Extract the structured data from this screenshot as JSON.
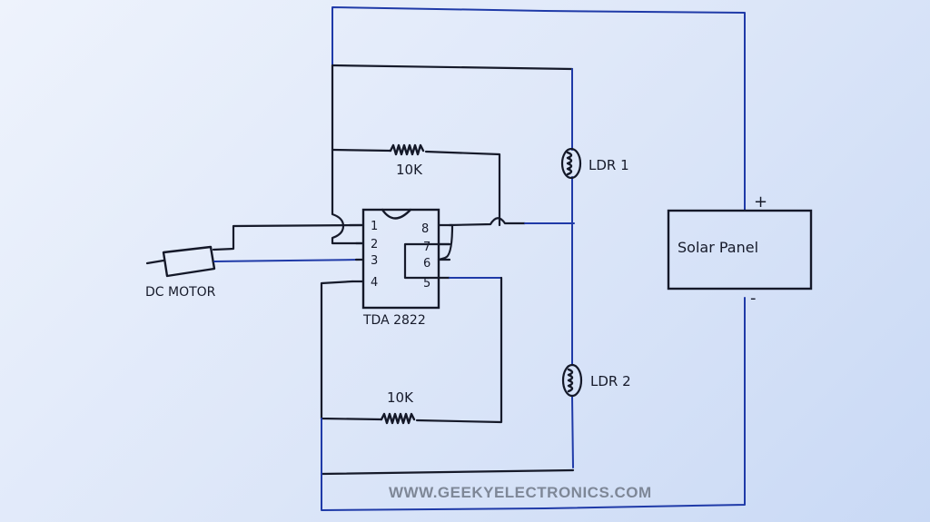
{
  "diagram": {
    "title": "Solar Tracker Circuit",
    "ic": {
      "label": "TDA 2822",
      "pins_left": [
        "1",
        "2",
        "3",
        "4"
      ],
      "pins_right": [
        "8",
        "7",
        "6",
        "5"
      ]
    },
    "components": {
      "motor_label": "DC MOTOR",
      "resistor_top_label": "10K",
      "resistor_bottom_label": "10K",
      "ldr1_label": "LDR 1",
      "ldr2_label": "LDR 2",
      "solar_panel_label": "Solar Panel",
      "solar_plus": "+",
      "solar_minus": "-"
    },
    "watermark": "WWW.GEEKYELECTRONICS.COM",
    "colors": {
      "paper": "#dfe8f9",
      "blue_ink": "#1f3aa8",
      "black_ink": "#161a2a",
      "watermark": "#7e8797"
    }
  }
}
